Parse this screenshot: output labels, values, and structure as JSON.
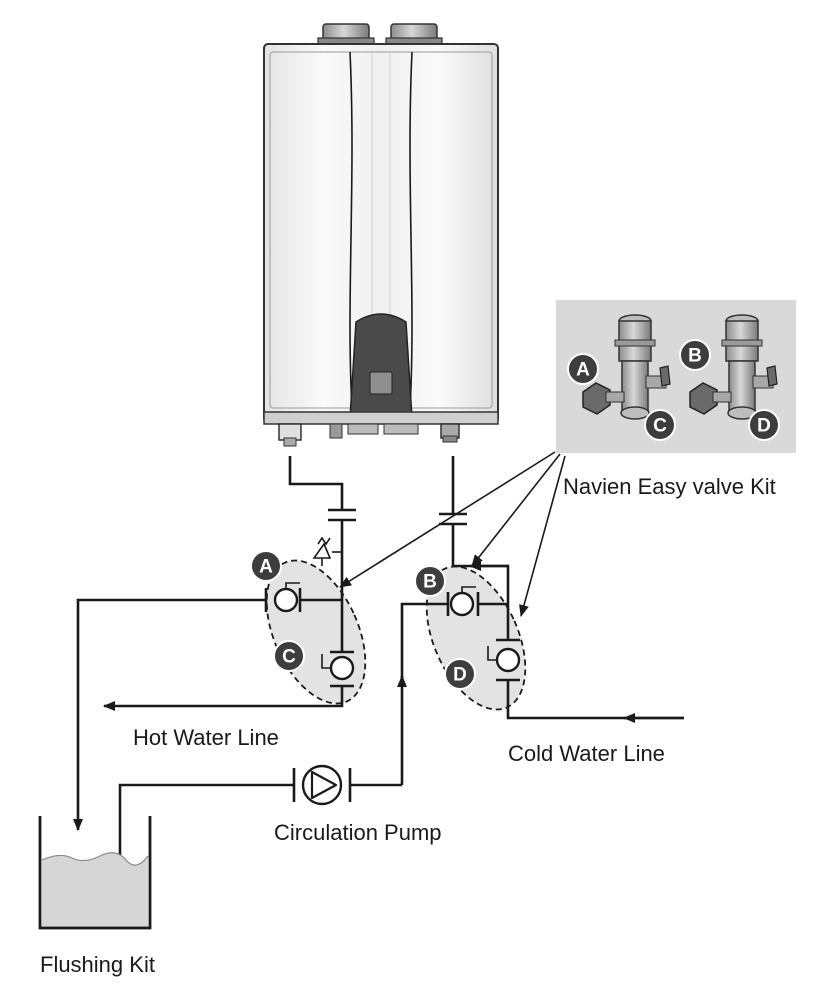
{
  "labels": {
    "kit_title": "Navien Easy valve Kit",
    "hot_water_line": "Hot Water Line",
    "cold_water_line": "Cold Water Line",
    "circulation_pump": "Circulation Pump",
    "flushing_kit": "Flushing Kit"
  },
  "valves": {
    "a": "A",
    "b": "B",
    "c": "C",
    "d": "D"
  },
  "colors": {
    "line": "#1a1a1a",
    "badge": "#3d3d3d",
    "kit_panel": "#d9d9d9",
    "valve_group_fill": "#e3e3e3",
    "heater_body": "#f2f2f2",
    "heater_panel": "#4a4a4a",
    "water": "#d6d6d6"
  }
}
